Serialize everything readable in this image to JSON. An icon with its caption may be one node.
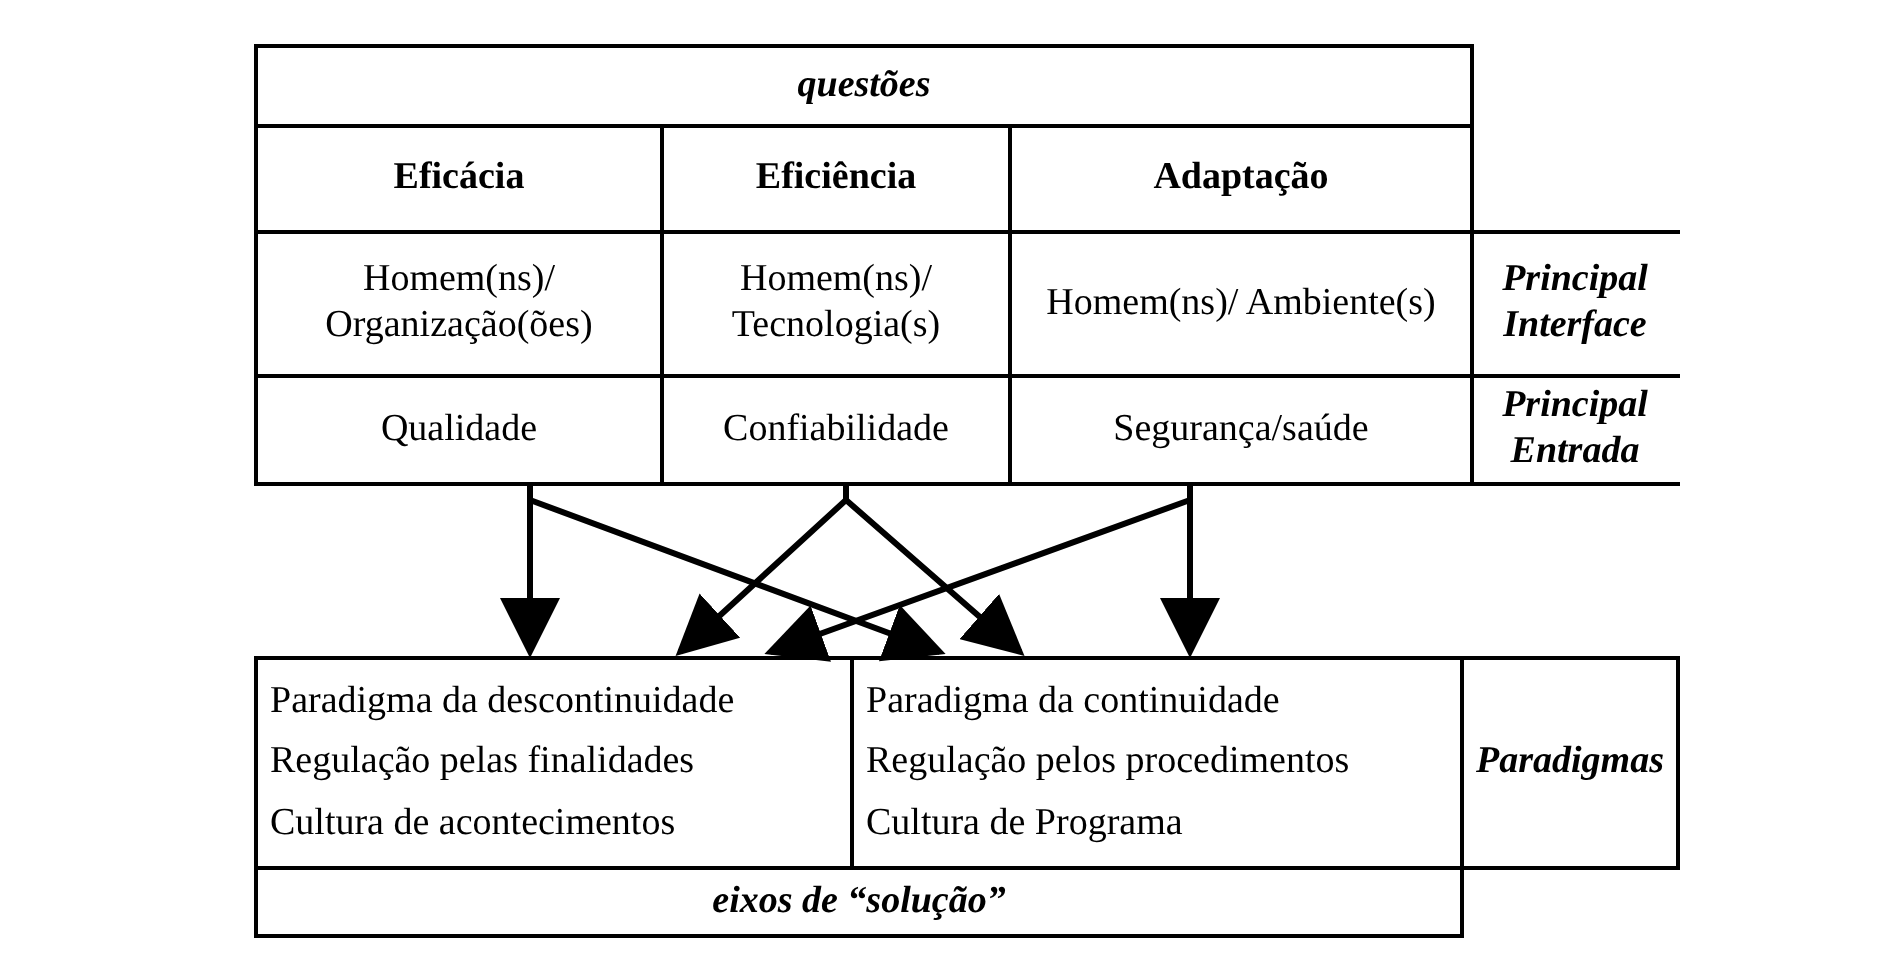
{
  "diagram": {
    "nodes": [
      {
        "text": [
          "questões"
        ]
      },
      {
        "text": [
          "Eficácia"
        ]
      },
      {
        "text": [
          "Eficiência"
        ]
      },
      {
        "text": [
          "Adaptação"
        ]
      },
      {
        "text": [
          "Homem(ns)/ Organização(ões)"
        ]
      },
      {
        "text": [
          "Homem(ns)/ Tecnologia(s)"
        ]
      },
      {
        "text": [
          "Homem(ns)/ Ambiente(s)"
        ]
      },
      {
        "text": [
          "Principal Interface"
        ]
      },
      {
        "text": [
          "Qualidade"
        ]
      },
      {
        "text": [
          "Confiabilidade"
        ]
      },
      {
        "text": [
          "Segurança/saúde"
        ]
      },
      {
        "text": [
          "Principal Entrada"
        ]
      },
      {
        "text": [
          "Paradigma da descontinuidade",
          "Regulação pelas finalidades",
          "Cultura de acontecimentos"
        ]
      },
      {
        "text": [
          "Paradigma da continuidade",
          "Regulação pelos procedimentos",
          "Cultura de Programa"
        ]
      },
      {
        "text": [
          "Paradigmas"
        ]
      },
      {
        "text": [
          "eixos de “solução”"
        ]
      }
    ],
    "edges": [
      {
        "from": 8,
        "to": 12,
        "arrow": "to"
      },
      {
        "from": 8,
        "to": 13,
        "arrow": "to"
      },
      {
        "from": 9,
        "to": 12,
        "arrow": "to"
      },
      {
        "from": 9,
        "to": 13,
        "arrow": "to"
      },
      {
        "from": 10,
        "to": 12,
        "arrow": "to"
      },
      {
        "from": 10,
        "to": 13,
        "arrow": "to"
      }
    ]
  }
}
